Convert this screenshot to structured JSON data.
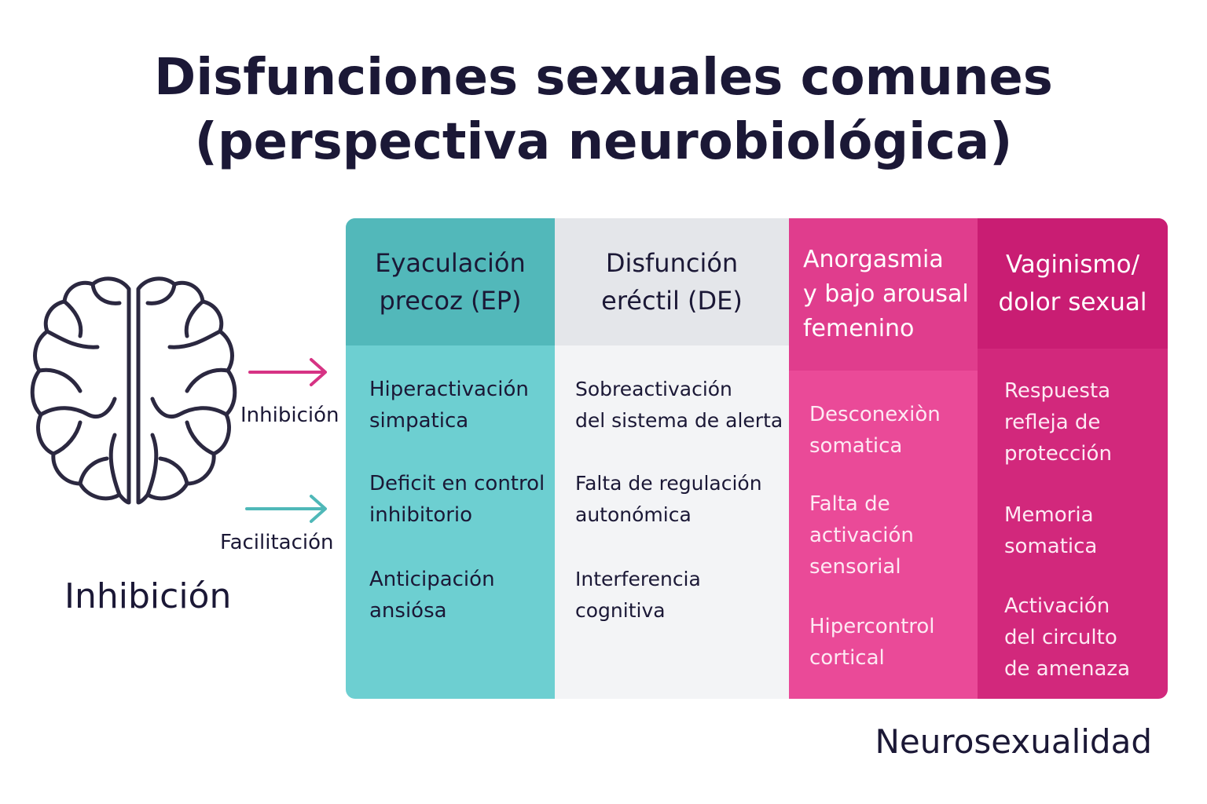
{
  "title": {
    "line1": "Disfunciones sexuales comunes",
    "line2": "(perspectiva neurobiológica)"
  },
  "left": {
    "arrow_top_label": "Inhibición",
    "arrow_bottom_label": "Facilitación",
    "caption": "Inhibición"
  },
  "columns": [
    {
      "header": "Eyaculación\nprecoz (EP)",
      "items": [
        "Hiperactivación\nsimpatica",
        "Deficit en control\ninhibitorio",
        "Anticipación\nansiósa"
      ]
    },
    {
      "header": "Disfunción\neréctil (DE)",
      "items": [
        "Sobreactivación\ndel sistema de alerta",
        "Falta de regulación\nautonómica",
        "Interferencia\ncognitiva"
      ]
    },
    {
      "header": "Anorgasmia\ny bajo arousal\nfemenino",
      "items": [
        "Desconexiòn\nsomatica",
        "Falta de\nactivación\nsensorial",
        "Hipercontrol\ncortical"
      ]
    },
    {
      "header": "Vaginismo/\ndolor sexual",
      "items": [
        "Respuesta\nrefleja de\nprotección",
        "Memoria\nsomatica",
        "Activación\ndel circulto\nde amenaza"
      ]
    }
  ],
  "footer": "Neurosexualidad",
  "colors": {
    "arrow_inhibition": "#d63384",
    "arrow_facilitation": "#4fb8b8",
    "teal": "#6dcfd1",
    "gray": "#f3f4f6",
    "pink": "#ea4a98",
    "magenta": "#d2287c"
  }
}
